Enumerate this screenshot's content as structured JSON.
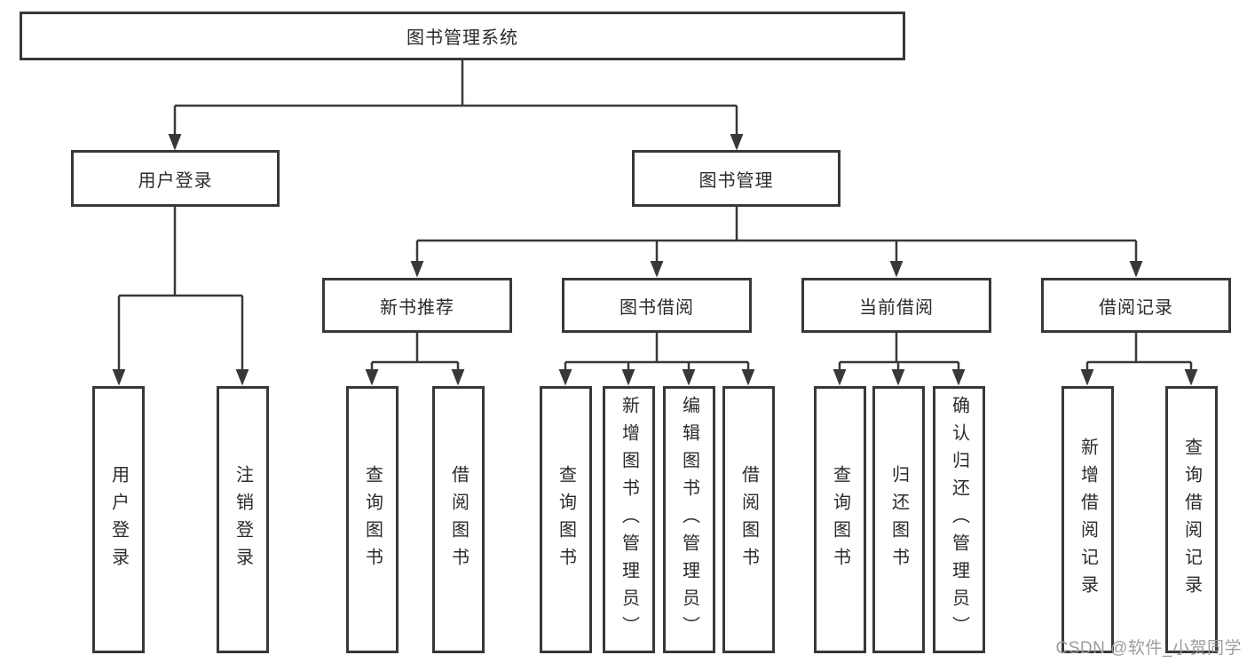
{
  "diagram": {
    "root": {
      "label": "图书管理系统"
    },
    "level2": [
      {
        "label": "用户登录"
      },
      {
        "label": "图书管理"
      }
    ],
    "level3": [
      {
        "label": "新书推荐"
      },
      {
        "label": "图书借阅"
      },
      {
        "label": "当前借阅"
      },
      {
        "label": "借阅记录"
      }
    ],
    "leaves": {
      "user_login": [
        {
          "label": "用户登录"
        },
        {
          "label": "注销登录"
        }
      ],
      "new_book_recommendation": [
        {
          "label": "查询图书"
        },
        {
          "label": "借阅图书"
        }
      ],
      "book_borrowing": [
        {
          "label": "查询图书"
        },
        {
          "label": "新增图书（管理员）"
        },
        {
          "label": "编辑图书（管理员）"
        },
        {
          "label": "借阅图书"
        }
      ],
      "current_borrowing": [
        {
          "label": "查询图书"
        },
        {
          "label": "归还图书"
        },
        {
          "label": "确认归还（管理员）"
        }
      ],
      "borrowing_records": [
        {
          "label": "新增借阅记录"
        },
        {
          "label": "查询借阅记录"
        }
      ]
    },
    "watermark": "CSDN @软件_小贺同学",
    "colors": {
      "line": "#383838",
      "text": "#2b2b2b",
      "watermark": "#9c9c9c",
      "background": "#ffffff"
    }
  }
}
